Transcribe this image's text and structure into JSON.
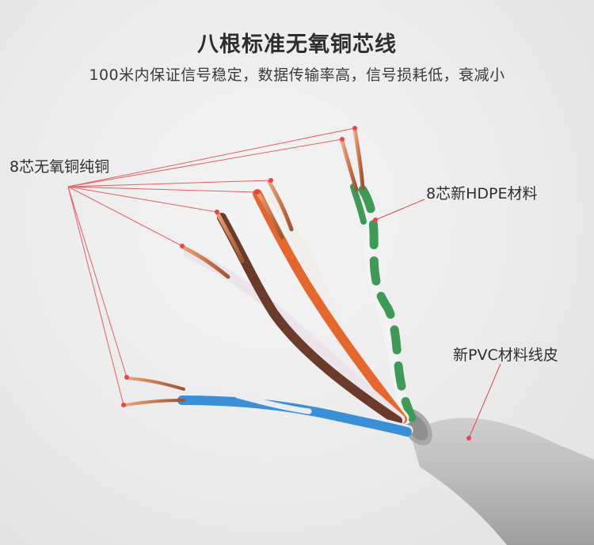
{
  "title": "八根标准无氧铜芯线",
  "subtitle": "100米内保证信号稳定，数据传输率高，信号损耗低，衰减小",
  "labels": {
    "copper": "8芯无氧铜纯铜",
    "hdpe": "8芯新HDPE材料",
    "pvc": "新PVC材料线皮"
  },
  "colors": {
    "leader_line": "#e8434a",
    "copper": "#c9794e",
    "jacket": "#b9b9b9",
    "green_pair": "#3f9a57",
    "orange_pair": "#e4672f",
    "brown_pair": "#6a3b2b",
    "blue_pair": "#3b8fd6"
  }
}
